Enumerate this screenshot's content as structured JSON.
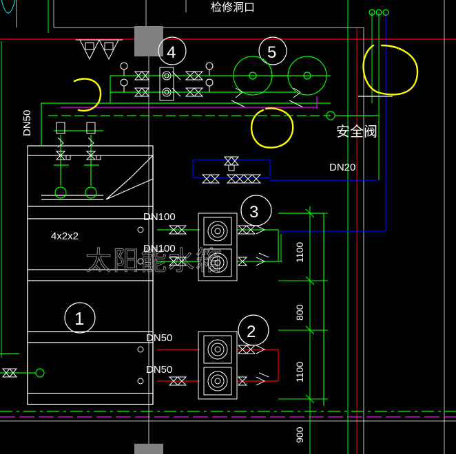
{
  "labels": {
    "top_opening": "检修洞口",
    "dn50_vertical": "DN50",
    "safety_valve": "安全阀",
    "dn20": "DN20",
    "dn100_upper": "DN100",
    "dn100_lower": "DN100",
    "tank_size": "4x2x2",
    "watermark": "太阳能水箱",
    "dn50_upper": "DN50",
    "dn50_lower": "DN50",
    "dim_1100_upper": "1100",
    "dim_800": "800",
    "dim_1100_lower": "1100",
    "dim_900": "900"
  },
  "markers": {
    "m1": "1",
    "m2": "2",
    "m3": "3",
    "m4": "4",
    "m5": "5"
  },
  "colors": {
    "background": "#000000",
    "green_pipe": "#00ff00",
    "blue_pipe": "#0000ff",
    "magenta_line": "#ff00ff",
    "red_line": "#ff0000",
    "white_line": "#ffffff",
    "highlight_yellow": "#ffff00",
    "gray_block": "#808080"
  }
}
